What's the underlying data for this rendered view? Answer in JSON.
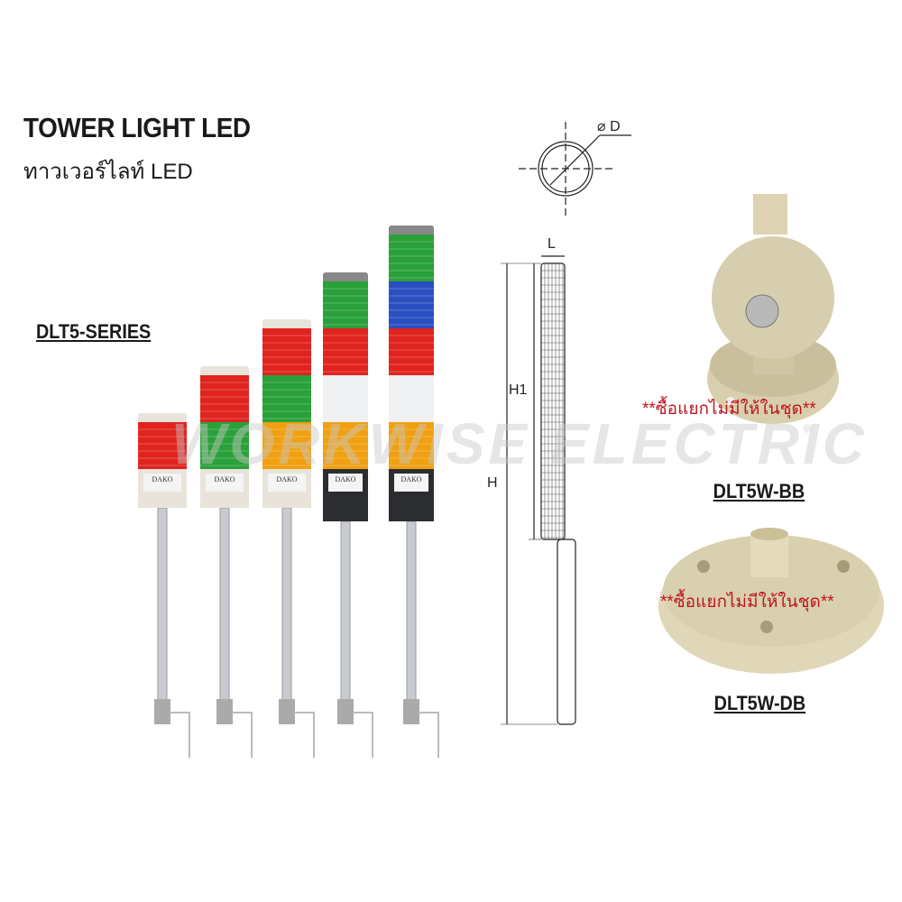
{
  "header": {
    "title": "TOWER LIGHT LED",
    "subtitle": "ทาวเวอร์ไลท์ LED"
  },
  "series_label": "DLT5-SERIES",
  "watermark": "WORKWISE ELECTRIC",
  "towers": [
    {
      "brand": "DAKO",
      "tiers": [
        "red"
      ]
    },
    {
      "brand": "DAKO",
      "tiers": [
        "red",
        "green"
      ]
    },
    {
      "brand": "DAKO",
      "tiers": [
        "red",
        "green",
        "amber"
      ]
    },
    {
      "brand": "DAKO",
      "tiers": [
        "green",
        "red",
        "white",
        "amber"
      ]
    },
    {
      "brand": "DAKO",
      "tiers": [
        "green",
        "blue",
        "red",
        "white",
        "amber"
      ]
    }
  ],
  "diagram": {
    "diameter": "D",
    "length": "L",
    "height": "H",
    "height1": "H1"
  },
  "accessories": [
    {
      "model": "DLT5W-BB",
      "note": "**ซื้อแยกไม่มีให้ในชุด**"
    },
    {
      "model": "DLT5W-DB",
      "note": "**ซื้อแยกไม่มีให้ในชุด**"
    }
  ],
  "colors": {
    "red": "#e0231e",
    "green": "#2aa03a",
    "amber": "#f0a010",
    "blue": "#2a4fc0",
    "white": "#eef0f2",
    "note": "#c0141c"
  }
}
